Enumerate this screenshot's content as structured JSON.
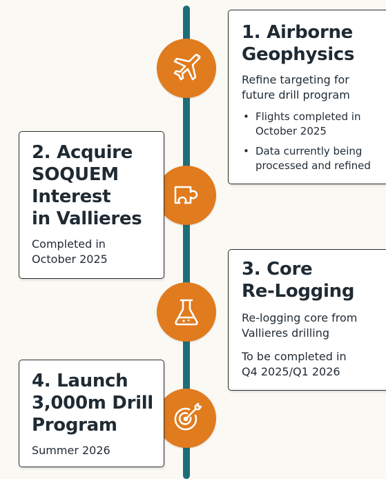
{
  "milestones": [
    {
      "title_line1": "1. Airborne",
      "title_line2": "Geophysics",
      "desc_line1": "Refine targeting for",
      "desc_line2": "future drill program",
      "bullets": [
        {
          "line1": "Flights completed in",
          "line2": "October 2025"
        },
        {
          "line1": "Data currently being",
          "line2": "processed and refined"
        }
      ],
      "icon": "airplane-icon"
    },
    {
      "title_line1": "2. Acquire",
      "title_line2": "SOQUEM",
      "title_line3": "Interest",
      "title_line4": "in Vallieres",
      "desc_line1": "Completed in",
      "desc_line2": "October 2025",
      "icon": "puzzle-piece-icon"
    },
    {
      "title_line1": "3. Core",
      "title_line2": "Re-Logging",
      "desc_line1": "Re-logging core from",
      "desc_line2": "Vallieres drilling",
      "note_line1": "To be completed in",
      "note_line2": "Q4 2025/Q1 2026",
      "icon": "flask-icon"
    },
    {
      "title_line1": "4. Launch",
      "title_line2": "3,000m Drill",
      "title_line3": "Program",
      "desc_line1": "Summer 2026",
      "icon": "target-icon"
    }
  ],
  "colors": {
    "timeline": "#1d6e7a",
    "node": "#e07b1e",
    "card_border": "#2b2b2b",
    "text": "#1f2a33",
    "background": "#fbf9f4"
  }
}
